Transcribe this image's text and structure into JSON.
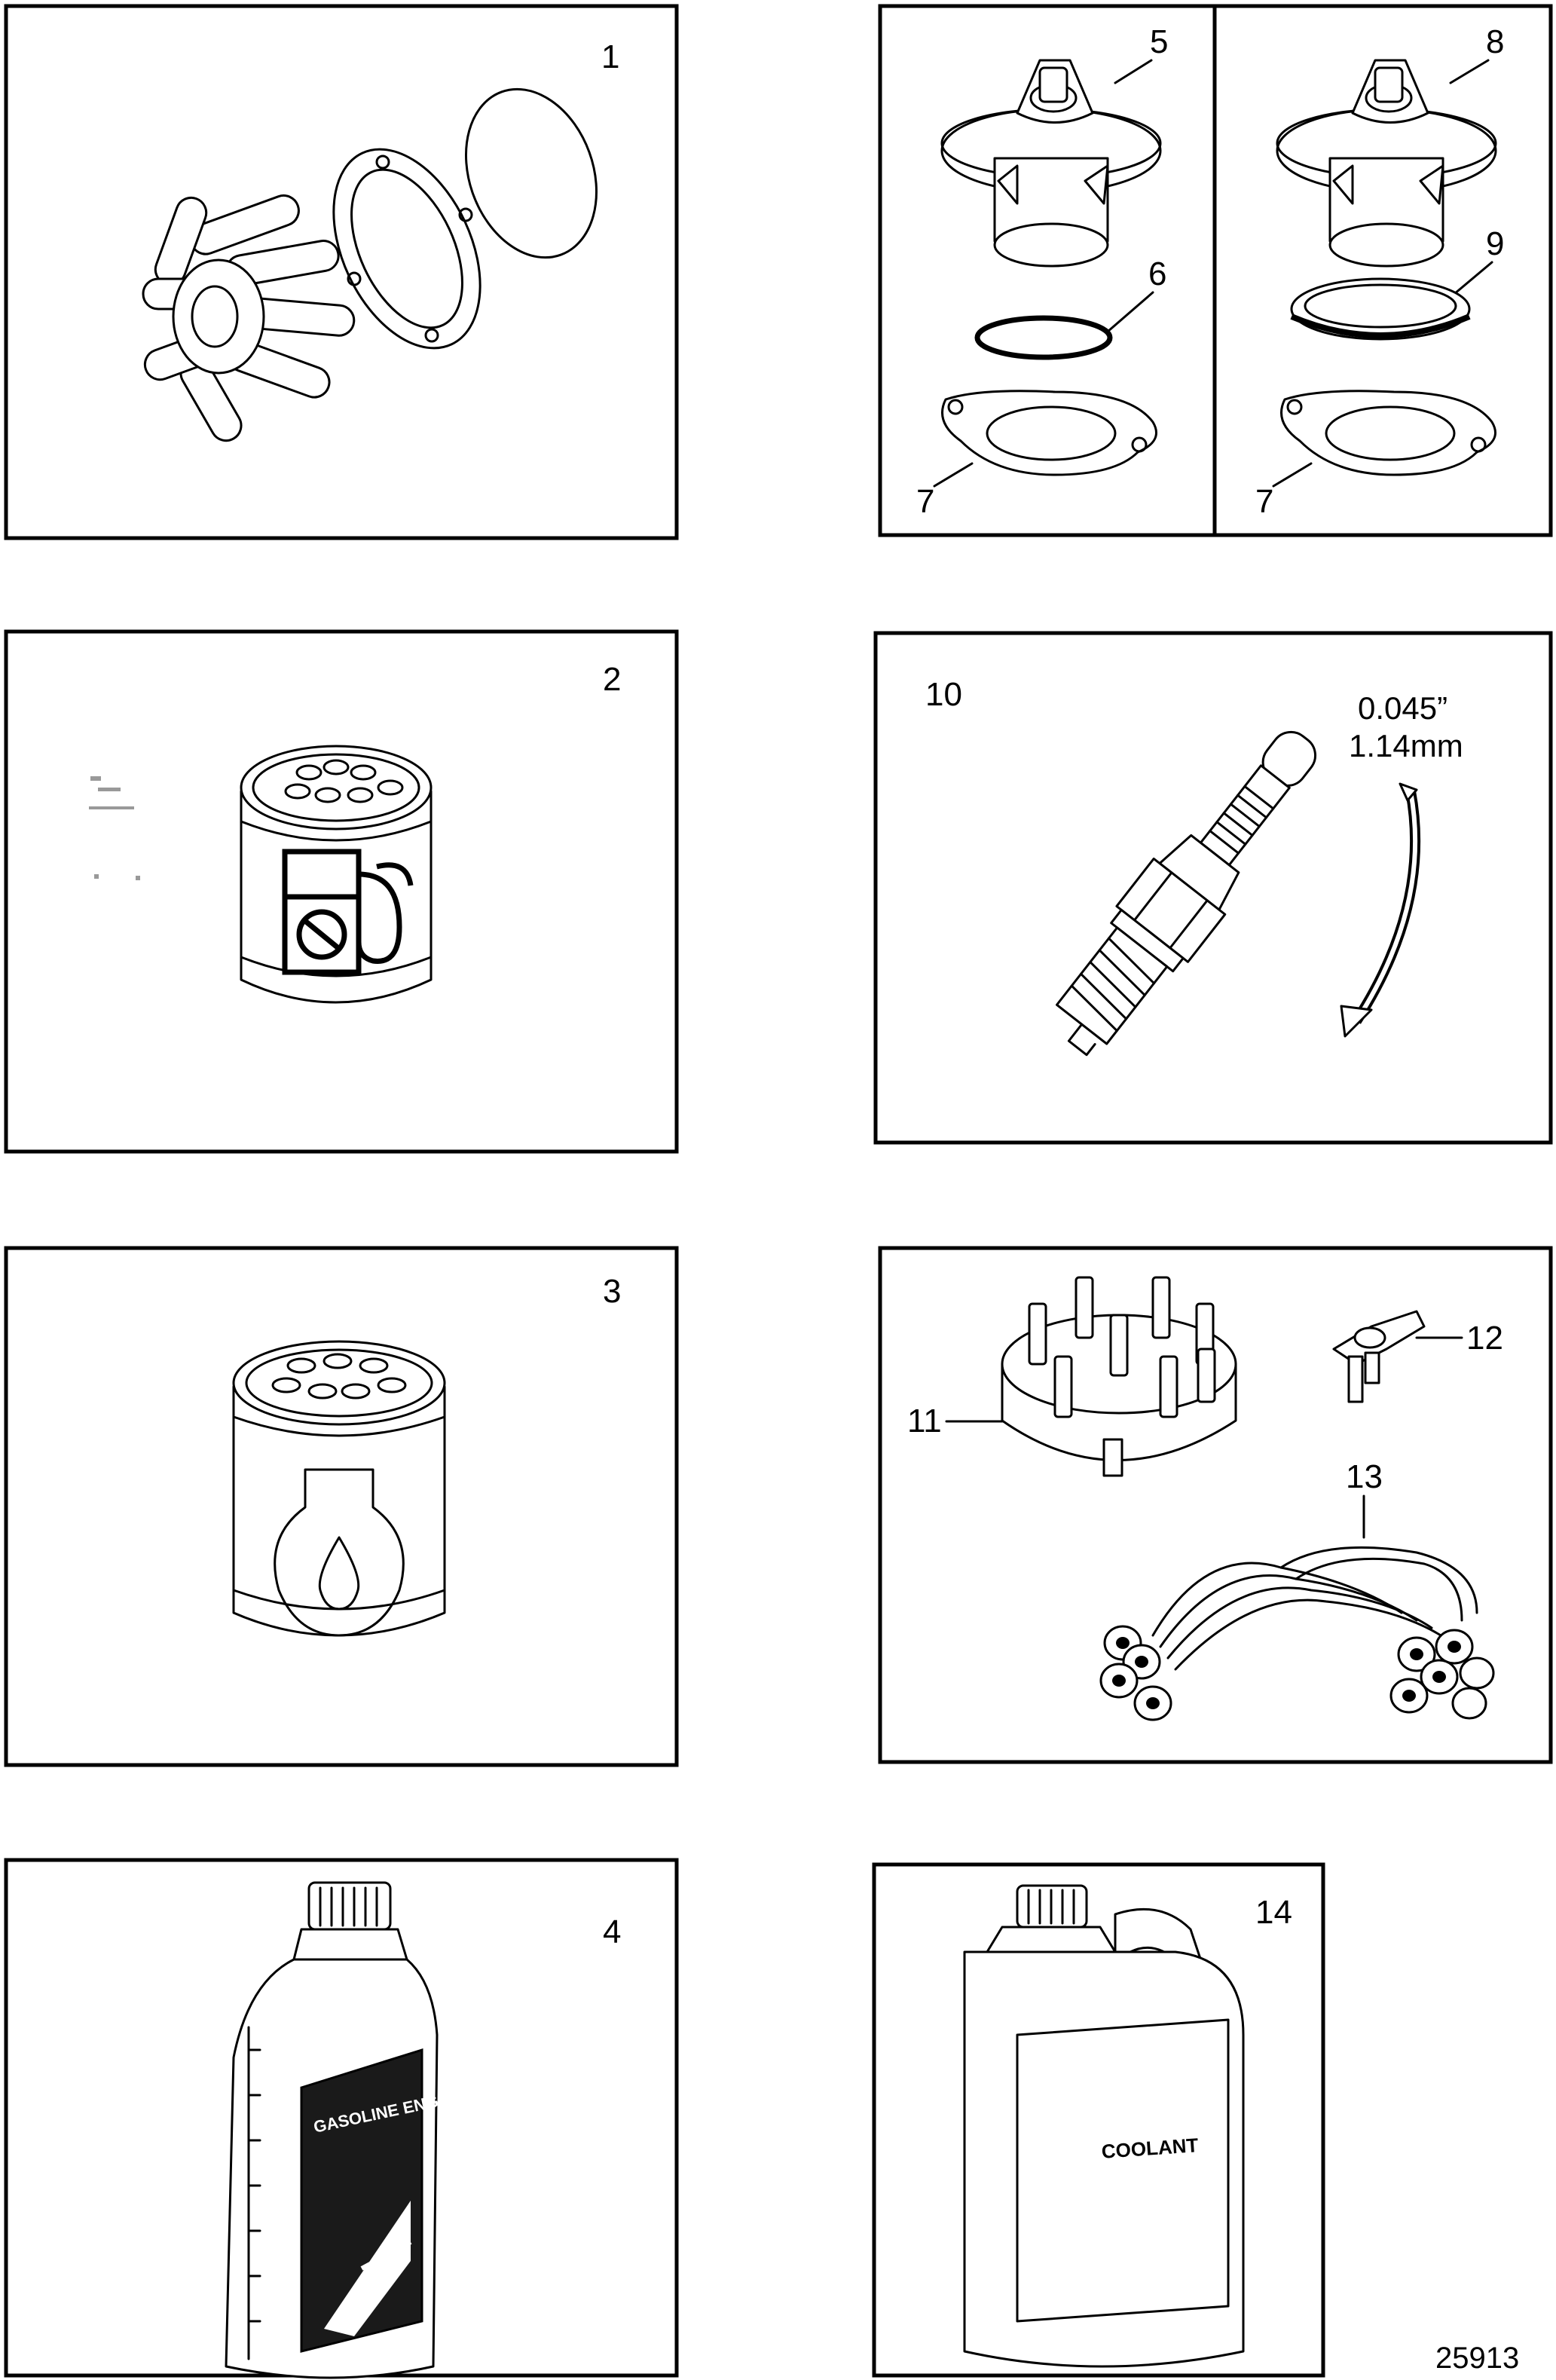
{
  "panels": [
    {
      "id": "impeller-kit",
      "number": "1"
    },
    {
      "id": "fuel-filter",
      "number": "2"
    },
    {
      "id": "oil-filter",
      "number": "3"
    },
    {
      "id": "engine-oil",
      "number": "4",
      "bottle_label": "GASOLINE ENGINE OIL"
    },
    {
      "id": "thermostat-kit-a",
      "numbers": [
        "5",
        "6",
        "7"
      ]
    },
    {
      "id": "thermostat-kit-b",
      "numbers": [
        "8",
        "9",
        "7"
      ]
    },
    {
      "id": "spark-plug",
      "number": "10",
      "gap_in": "0.045”",
      "gap_mm": "1.14mm"
    },
    {
      "id": "ignition-kit",
      "numbers": [
        "11",
        "12",
        "13"
      ]
    },
    {
      "id": "coolant",
      "number": "14",
      "jug_label": "COOLANT"
    }
  ],
  "figure_ref": "25913"
}
